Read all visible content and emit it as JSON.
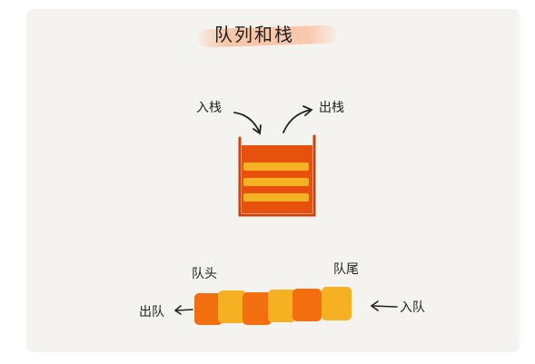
{
  "title": "队列和栈",
  "stack": {
    "push_label": "入栈",
    "pop_label": "出栈"
  },
  "queue": {
    "head_label": "队头",
    "tail_label": "队尾",
    "dequeue_label": "出队",
    "enqueue_label": "入队"
  },
  "colors": {
    "dark_orange": "#e6520e",
    "orange": "#f26e0f",
    "yellow": "#f6b123",
    "ink": "#222222",
    "title_highlight": "#f8c6a8"
  }
}
